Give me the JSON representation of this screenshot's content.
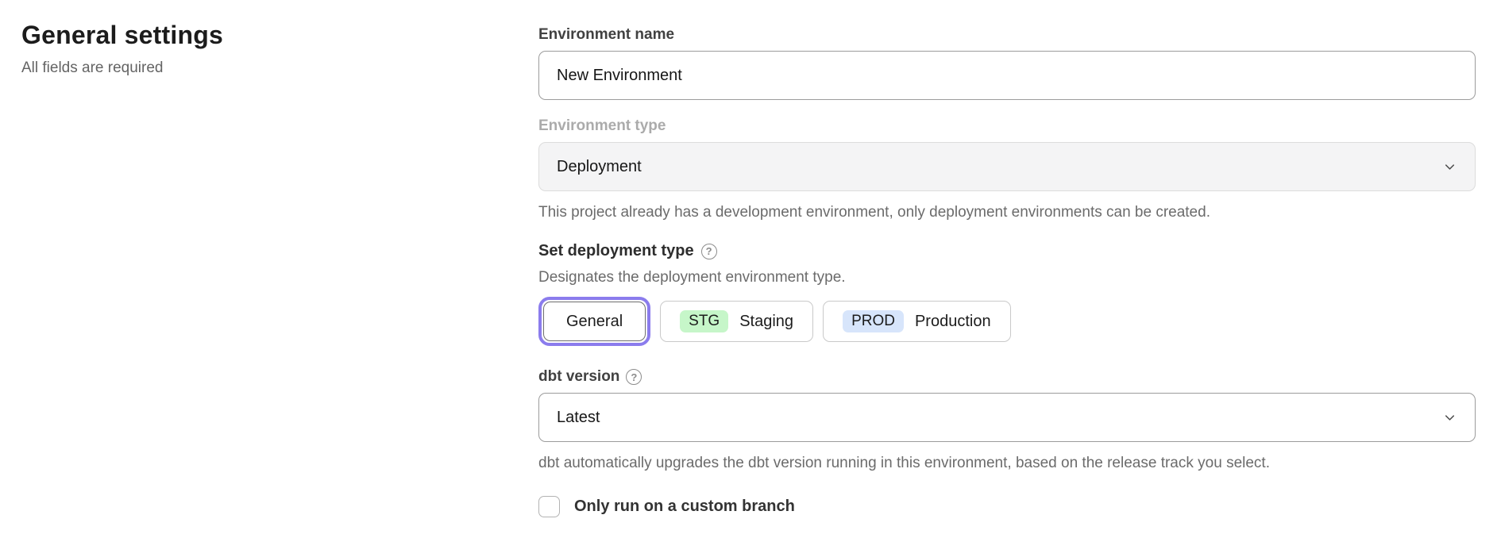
{
  "page": {
    "title": "General settings",
    "subtitle": "All fields are required"
  },
  "form": {
    "environment_name": {
      "label": "Environment name",
      "value": "New Environment"
    },
    "environment_type": {
      "label": "Environment type",
      "value": "Deployment",
      "disabled": true,
      "helper": "This project already has a development environment, only deployment environments can be created."
    },
    "deployment_type": {
      "label": "Set deployment type",
      "helper": "Designates the deployment environment type.",
      "options": [
        {
          "label": "General",
          "selected": true
        },
        {
          "badge": "STG",
          "label": "Staging",
          "badge_color": "#c6f6c9",
          "selected": false
        },
        {
          "badge": "PROD",
          "label": "Production",
          "badge_color": "#d7e5fb",
          "selected": false
        }
      ]
    },
    "dbt_version": {
      "label": "dbt version",
      "value": "Latest",
      "helper": "dbt automatically upgrades the dbt version running in this environment, based on the release track you select."
    },
    "custom_branch": {
      "label": "Only run on a custom branch",
      "checked": false
    }
  },
  "icons": {
    "help": "?",
    "chevron_down": "chevron-down"
  },
  "colors": {
    "accent_ring": "#8b7ced",
    "staging_badge": "#c6f6c9",
    "production_badge": "#d7e5fb",
    "disabled_select_bg": "#f4f4f5"
  }
}
